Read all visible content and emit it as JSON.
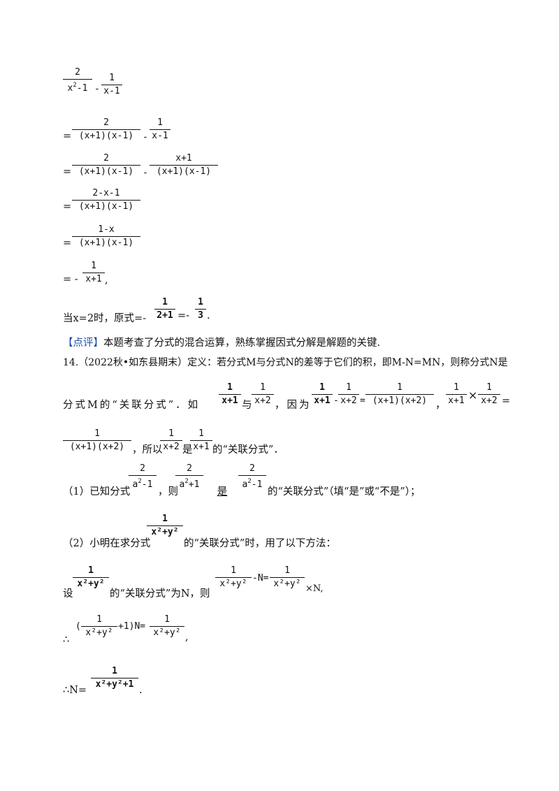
{
  "solution": {
    "f0": {
      "num": "2",
      "den_a": "x",
      "den_sup": "2",
      "den_b": "-1"
    },
    "f0b": {
      "num": "1",
      "den": "x-1"
    },
    "minus": "-",
    "eq": "=",
    "r1a": {
      "num": "2",
      "den": "(x+1)(x-1)"
    },
    "r1b": {
      "num": "1",
      "den": "x-1"
    },
    "r2a": {
      "num": "2",
      "den": "(x+1)(x-1)"
    },
    "r2b": {
      "num": "x+1",
      "den": "(x+1)(x-1)"
    },
    "r3": {
      "num": "2-x-1",
      "den": "(x+1)(x-1)"
    },
    "r4": {
      "num": "1-x",
      "den": "(x+1)(x-1)"
    },
    "r5_prefix": "= -",
    "r5": {
      "num": "1",
      "den": "x+1"
    },
    "r5_suffix": ",",
    "eval_prefix": "当x=2时，原式=-",
    "eval_f1": {
      "num": "1",
      "den": "2+1"
    },
    "eval_mid": "=-",
    "eval_f2": {
      "num": "1",
      "den": "3"
    },
    "eval_suffix": "."
  },
  "comment": {
    "tag": "【点评】",
    "text": "本题考查了分式的混合运算，熟练掌握因式分解是解题的关键."
  },
  "problem14": {
    "line1": "14.（2022秋•如东县期末）定义：若分式M与分式N的差等于它们的积，即M-N=MN，则称分式N是",
    "line2_prefix": "分式M的“关联分式”．如",
    "ex_a": {
      "num": "1",
      "den": "x+1"
    },
    "yu": "与",
    "ex_b": {
      "num": "1",
      "den": "x+2"
    },
    "yinwei": "，因为",
    "ex_c": {
      "num": "1",
      "den": "x+1"
    },
    "ex_d": {
      "num": "1",
      "den": "x+2"
    },
    "ex_e": {
      "num": "1",
      "den": "(x+1)(x+2)"
    },
    "comma": "，",
    "ex_f": {
      "num": "1",
      "den": "x+1"
    },
    "times": "×",
    "ex_g": {
      "num": "1",
      "den": "x+2"
    },
    "eq2": "=",
    "line3_f": {
      "num": "1",
      "den": "(x+1)(x+2)"
    },
    "suoyi": "，所以",
    "line3_g": {
      "num": "1",
      "den": "x+2"
    },
    "shi": "是",
    "line3_h": {
      "num": "1",
      "den": "x+1"
    },
    "line3_suffix": "的“关联分式”．",
    "q1_prefix": "（1）已知分式",
    "q1_f1": {
      "num": "2",
      "den_a": "a",
      "den_sup": "2",
      "den_b": "-1"
    },
    "q1_ze": "，则",
    "q1_f2": {
      "num": "2",
      "den_a": "a",
      "den_sup": "2",
      "den_b": "+1"
    },
    "q1_answer": "是",
    "q1_f3": {
      "num": "2",
      "den_a": "a",
      "den_sup": "2",
      "den_b": "-1"
    },
    "q1_suffix": "的“关联分式”（填“是”或“不是”）；",
    "q2_prefix": "（2）小明在求分式",
    "q2_f": {
      "num": "1",
      "den": "x²+y²"
    },
    "q2_suffix": "的“关联分式”时，用了以下方法：",
    "s1_prefix": "设",
    "s1_f": {
      "num": "1",
      "den": "x²+y²"
    },
    "s1_mid": "的“关联分式”为N，则",
    "s1_f2": {
      "num": "1",
      "den": "x²+y²"
    },
    "s1_minusN": "-N=",
    "s1_f3": {
      "num": "1",
      "den": "x²+y²"
    },
    "s1_suffix": "×N,",
    "s2_therefore": "∴",
    "s2_open": "(",
    "s2_f": {
      "num": "1",
      "den": "x²+y²"
    },
    "s2_close": "+1)N=",
    "s2_f2": {
      "num": "1",
      "den": "x²+y²"
    },
    "s2_suffix": ",",
    "s3_prefix": "∴N=",
    "s3_f": {
      "num": "1",
      "den": "x²+y²+1"
    },
    "s3_suffix": "."
  }
}
